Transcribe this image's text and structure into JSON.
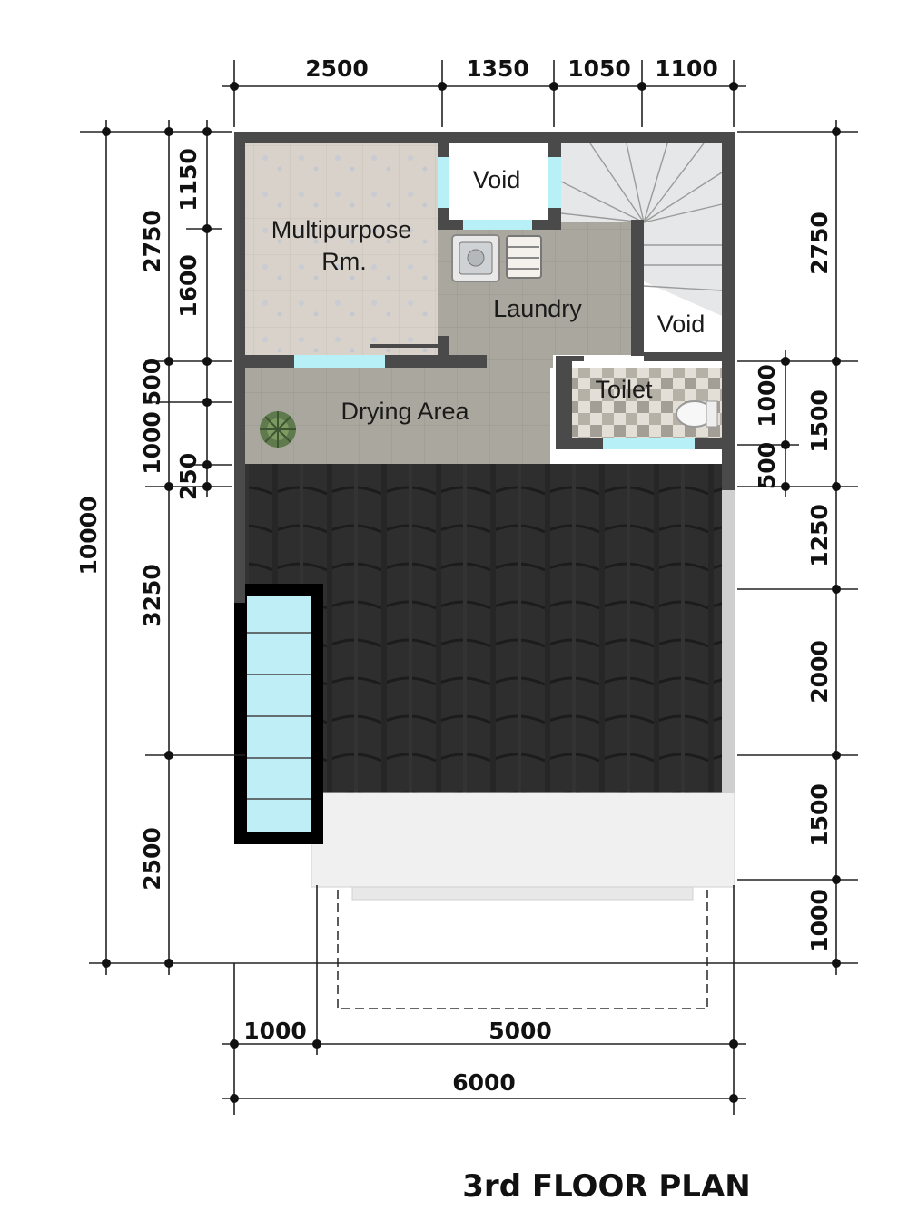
{
  "title": "3rd FLOOR PLAN",
  "rooms": {
    "multipurpose_line1": "Multipurpose",
    "multipurpose_line2": "Rm.",
    "void_top": "Void",
    "void_stair": "Void",
    "laundry": "Laundry",
    "toilet": "Toilet",
    "drying": "Drying Area"
  },
  "dims_top": [
    "2500",
    "1350",
    "1050",
    "1100"
  ],
  "dims_bottom": {
    "left": "1000",
    "right": "5000",
    "total": "6000"
  },
  "dims_left_outer": {
    "total": "10000"
  },
  "dims_left_mid": [
    "2750",
    "3250",
    "2500"
  ],
  "dims_left_inner": [
    "1150",
    "1600",
    "500",
    "1000",
    "250"
  ],
  "dims_right_outer": [
    "2750",
    "1500",
    "1250",
    "2000",
    "1500",
    "1000"
  ],
  "dims_right_inner": [
    "1000",
    "500"
  ],
  "colors": {
    "wall": "#4a4a4a",
    "floor_tile": "#aaa89e",
    "room_tile": "#d6d0c8",
    "roof": "#2b2b2b",
    "glass": "#b8f0f8",
    "canopy": "#eeeeee"
  }
}
